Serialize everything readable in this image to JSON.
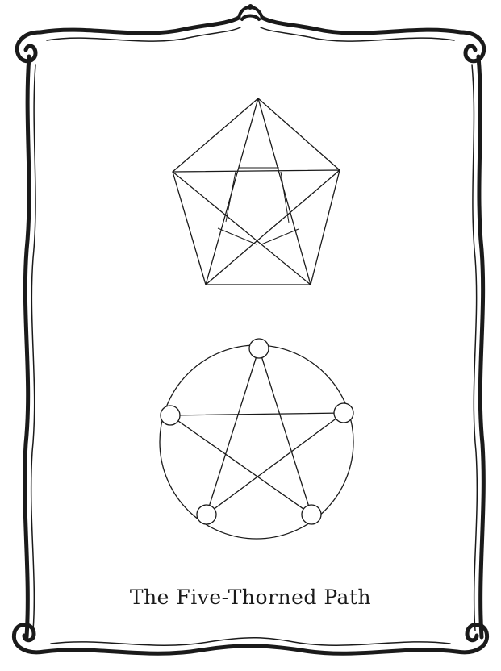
{
  "page": {
    "caption": "The Five-Thorned Path"
  },
  "colors": {
    "ink": "#1a1a1a",
    "paper": "#ffffff"
  },
  "figures": {
    "top": {
      "name": "woven-pentagram",
      "icon": "interlaced-pentagram-icon"
    },
    "bottom": {
      "name": "circled-pentagram-with-nodes",
      "icon": "pentagram-in-circle-icon",
      "node_count": 5
    }
  },
  "border": {
    "icon": "ornamental-vine-border-icon"
  }
}
